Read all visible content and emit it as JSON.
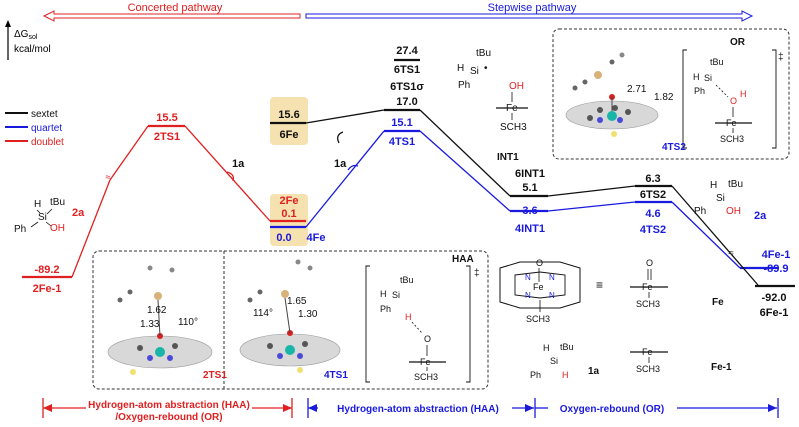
{
  "header": {
    "concerted_label": "Concerted pathway",
    "stepwise_label": "Stepwise pathway"
  },
  "axis": {
    "label_top": "ΔG",
    "label_sub": "sol",
    "unit": "kcal/mol"
  },
  "legend": [
    {
      "name": "sextet",
      "color": "#111111"
    },
    {
      "name": "quartet",
      "color": "#1a1adf"
    },
    {
      "name": "doublet",
      "color": "#e02020"
    }
  ],
  "levels": {
    "fe_sextet": {
      "value": "15.6",
      "name": "6Fe"
    },
    "fe_doublet": {
      "value": "0.1",
      "name": "2Fe"
    },
    "fe_quartet": {
      "value": "0.0",
      "name": "4Fe"
    },
    "ts1_doublet": {
      "value": "15.5",
      "name": "2TS1"
    },
    "fe1_doublet": {
      "value": "-89.2",
      "name": "2Fe-1"
    },
    "ts1_sextet": {
      "value": "27.4",
      "name": "6TS1"
    },
    "ts1_sextet_sigma": {
      "value": "17.0",
      "name": "6TS1σ"
    },
    "ts1_quartet": {
      "value": "15.1",
      "name": "4TS1"
    },
    "int1_sextet": {
      "value": "5.1",
      "name": "6INT1"
    },
    "int1_quartet": {
      "value": "3.6",
      "name": "4INT1"
    },
    "ts2_sextet": {
      "value": "6.3",
      "name": "6TS2"
    },
    "ts2_quartet": {
      "value": "4.6",
      "name": "4TS2"
    },
    "fe1_quartet": {
      "value": "-89.9",
      "name": "4Fe-1"
    },
    "fe1_sextet": {
      "value": "-92.0",
      "name": "6Fe-1"
    }
  },
  "annotations": {
    "reactant_1a_left": "1a",
    "reactant_1a_mid": "1a",
    "product_2a_left": "2a",
    "product_2a_right": "2a",
    "int1_label": "INT1",
    "or_label": "OR",
    "haa_label": "HAA",
    "double_dagger": "‡",
    "fe_label": "Fe",
    "fe1_label": "Fe-1",
    "compound_1a": "1a"
  },
  "structures": {
    "ts1_doublet_dist_1": "1.62",
    "ts1_doublet_dist_2": "1.33",
    "ts1_doublet_angle": "110°",
    "ts1_doublet_name": "2TS1",
    "ts1_quartet_dist_1": "1.65",
    "ts1_quartet_dist_2": "1.30",
    "ts1_quartet_angle": "114°",
    "ts1_quartet_name": "4TS1",
    "ts2_dist_1": "2.71",
    "ts2_dist_2": "1.82",
    "ts2_name": "4TS2"
  },
  "chem": {
    "tbu": "tBu",
    "si": "Si",
    "ph": "Ph",
    "h": "H",
    "oh": "OH",
    "o": "O",
    "fe": "Fe",
    "sch3": "SCH3",
    "n": "N"
  },
  "bottom": {
    "haa_or_label_1": "Hydrogen-atom abstraction (HAA)",
    "haa_or_label_2": "/Oxygen-rebound (OR)",
    "haa_label": "Hydrogen-atom abstraction (HAA)",
    "or_label": "Oxygen-rebound (OR)"
  },
  "colors": {
    "sextet": "#111111",
    "quartet": "#1a1adf",
    "doublet": "#e02020",
    "highlight": "#f6e2b0"
  }
}
